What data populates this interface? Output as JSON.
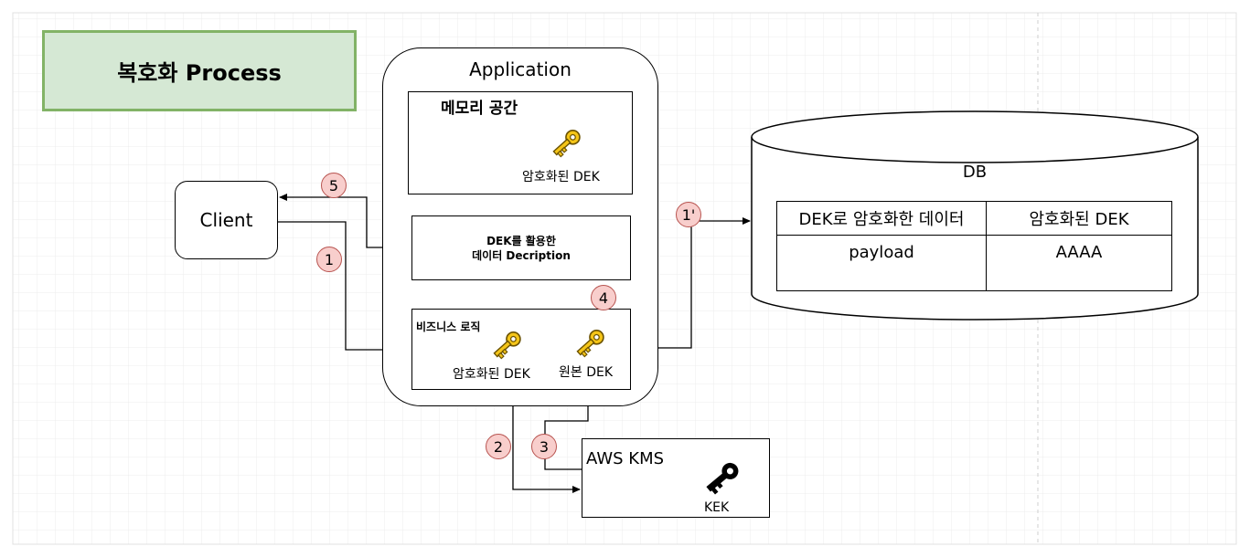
{
  "diagram_title": "복호화 Process",
  "client": {
    "label": "Client"
  },
  "application": {
    "title": "Application",
    "memory_box": {
      "title": "메모리 공간",
      "key_label": "암호화된 DEK"
    },
    "decryption_box": {
      "line1": "DEK를 활용한",
      "line2": "데이터 Decription"
    },
    "business_logic_box": {
      "title": "비즈니스 로직",
      "encrypted_key_label": "암호화된 DEK",
      "raw_key_label": "원본 DEK"
    }
  },
  "kms": {
    "title": "AWS KMS",
    "key_label": "KEK"
  },
  "db": {
    "title": "DB",
    "headers": [
      "DEK로 암호화한 데이터",
      "암호화된 DEK"
    ],
    "row": [
      "payload",
      "AAAA"
    ]
  },
  "steps": [
    "1",
    "1'",
    "2",
    "3",
    "4",
    "5"
  ],
  "colors": {
    "title_fill": "#d5e8d4",
    "title_border": "#82b366",
    "badge_fill": "#f8cecc",
    "badge_border": "#b85450",
    "key_gold": "#f5c518",
    "key_black": "#000000"
  },
  "icons": {
    "memory_key": "key-icon",
    "encrypted_key": "key-icon",
    "raw_key": "key-icon",
    "kek_key": "key-icon"
  }
}
